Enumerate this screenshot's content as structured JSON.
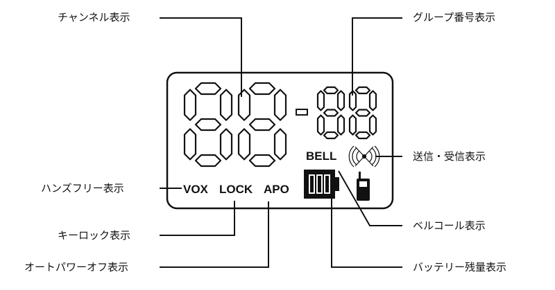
{
  "callouts": {
    "channel": "チャンネル表示",
    "group": "グループ番号表示",
    "txrx": "送信・受信表示",
    "handsfree": "ハンズフリー表示",
    "bellcall": "ベルコール表示",
    "keylock": "キーロック表示",
    "apo": "オートパワーオフ表示",
    "battery": "バッテリー残量表示"
  },
  "lcd": {
    "vox": "VOX",
    "lock": "LOCK",
    "apo": "APO",
    "bell": "BELL",
    "channel_digits": "88",
    "separator": "-",
    "group_digits": "88"
  },
  "icons": {
    "battery": "battery-icon",
    "antenna_waves": "tx-rx-wave-icon",
    "handset": "walkie-talkie-icon"
  },
  "colors": {
    "ink": "#111111",
    "background": "#ffffff"
  }
}
